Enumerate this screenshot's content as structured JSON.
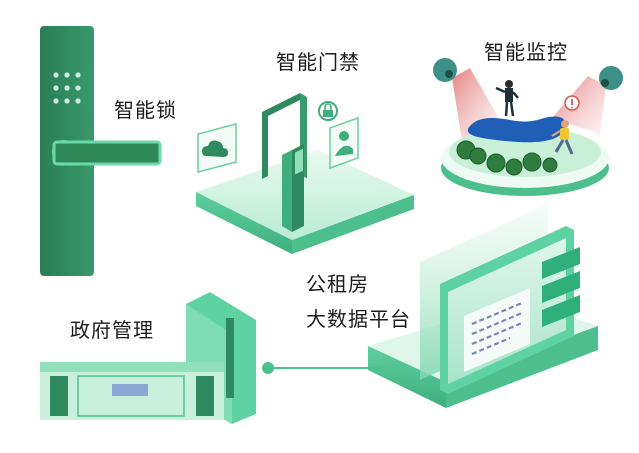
{
  "labels": {
    "smart_lock": "智能锁",
    "smart_access": "智能门禁",
    "smart_monitor": "智能监控",
    "platform_line1": "公租房",
    "platform_line2": "大数据平台",
    "government": "政府管理"
  },
  "colors": {
    "primary_green": "#2f8a5f",
    "light_green": "#5fd2a3",
    "pale_green": "#c8f0dc",
    "water_blue": "#1f5fb8",
    "camera_teal": "#3d8f88",
    "beam_red": "#e38a8a"
  },
  "icons": [
    "cloud-icon",
    "lock-badge-icon",
    "person-card-icon",
    "warning-icon"
  ]
}
